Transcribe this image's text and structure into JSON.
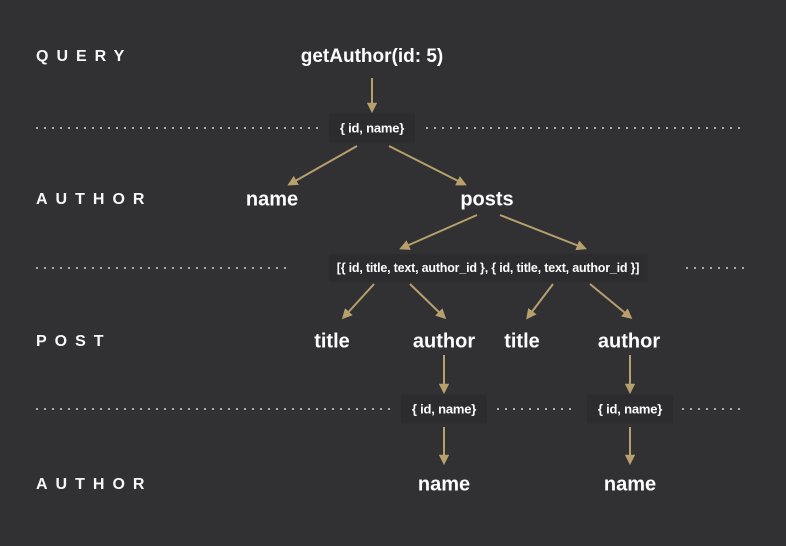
{
  "diagram": {
    "description": "GraphQL query resolution tree",
    "colors": {
      "background": "#313133",
      "text": "#fdfdfd",
      "arrow": "#b7a06c",
      "dotted_line": "#aaaaaa"
    },
    "row_labels": [
      {
        "label": "QUERY"
      },
      {
        "label": "AUTHOR"
      },
      {
        "label": "POST"
      },
      {
        "label": "AUTHOR"
      }
    ],
    "nodes": {
      "query_field": "getAuthor(id: 5)",
      "query_resolver_result": "{ id, name}",
      "author_field_name": "name",
      "author_field_posts": "posts",
      "posts_resolver_result": "[{ id, title, text, author_id }, { id, title, text, author_id }]",
      "post1_field_title": "title",
      "post1_field_author": "author",
      "post2_field_title": "title",
      "post2_field_author": "author",
      "post1_author_resolver_result": "{ id, name}",
      "post2_author_resolver_result": "{ id, name}",
      "post1_author_field_name": "name",
      "post2_author_field_name": "name"
    }
  }
}
